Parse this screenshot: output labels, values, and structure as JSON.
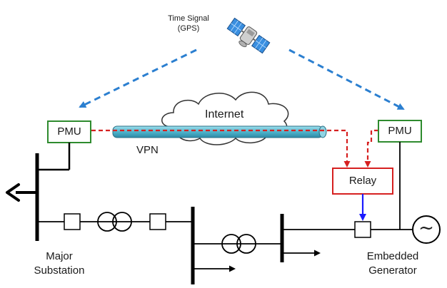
{
  "diagram": {
    "time_signal": {
      "line1": "Time Signal",
      "line2": "(GPS)"
    },
    "internet_label": "Internet",
    "vpn_label": "VPN",
    "pmu_left_label": "PMU",
    "pmu_right_label": "PMU",
    "relay_label": "Relay",
    "major_substation": {
      "line1": "Major",
      "line2": "Substation"
    },
    "embedded_generator": {
      "line1": "Embedded",
      "line2": "Generator"
    },
    "generator_symbol": "~",
    "colors": {
      "gps_arrow": "#2b7fd0",
      "comm_dashed": "#d62020",
      "relay_trip": "#1a1aff",
      "pmu_border": "#2e8b2e",
      "relay_border": "#d62020",
      "vpn_tube": "#4fb4cc"
    }
  }
}
